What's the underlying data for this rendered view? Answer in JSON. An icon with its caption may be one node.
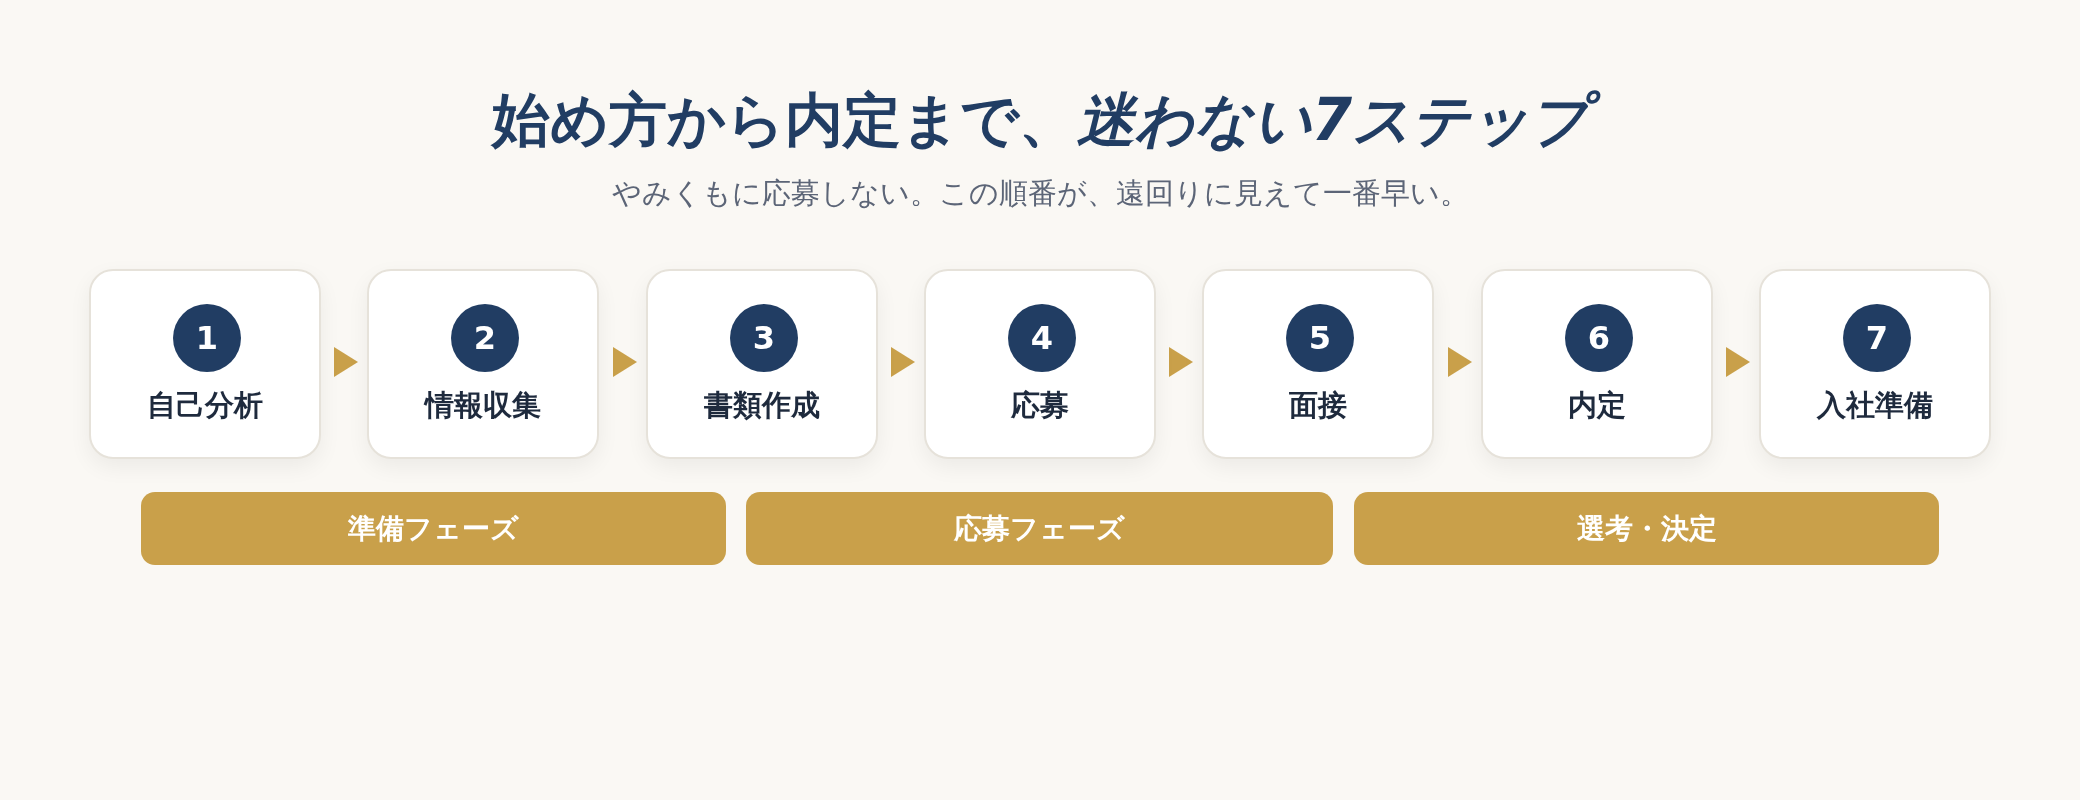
{
  "diagram": {
    "title": "始め方から内定まで、*迷わない7ステップ*",
    "nodes": [
      {
        "text": [
          "1",
          "自己分析"
        ]
      },
      {
        "text": [
          "2",
          "情報収集"
        ]
      },
      {
        "text": [
          "3",
          "書類作成"
        ]
      },
      {
        "text": [
          "4",
          "応募"
        ]
      },
      {
        "text": [
          "5",
          "面接"
        ]
      },
      {
        "text": [
          "6",
          "内定"
        ]
      },
      {
        "text": [
          "7",
          "入社準備"
        ]
      },
      {
        "text": [
          "準備フェーズ"
        ]
      },
      {
        "text": [
          "応募フェーズ"
        ]
      },
      {
        "text": [
          "選考・決定"
        ]
      }
    ],
    "edges": [
      {
        "from": 0,
        "to": 1,
        "arrow": "to"
      },
      {
        "from": 1,
        "to": 2,
        "arrow": "to"
      },
      {
        "from": 2,
        "to": 3,
        "arrow": "to"
      },
      {
        "from": 3,
        "to": 4,
        "arrow": "to"
      },
      {
        "from": 4,
        "to": 5,
        "arrow": "to"
      },
      {
        "from": 5,
        "to": 6,
        "arrow": "to"
      }
    ],
    "labels": [
      "やみくもに応募しない。この順番が、遠回りに見えて一番早い。"
    ]
  }
}
